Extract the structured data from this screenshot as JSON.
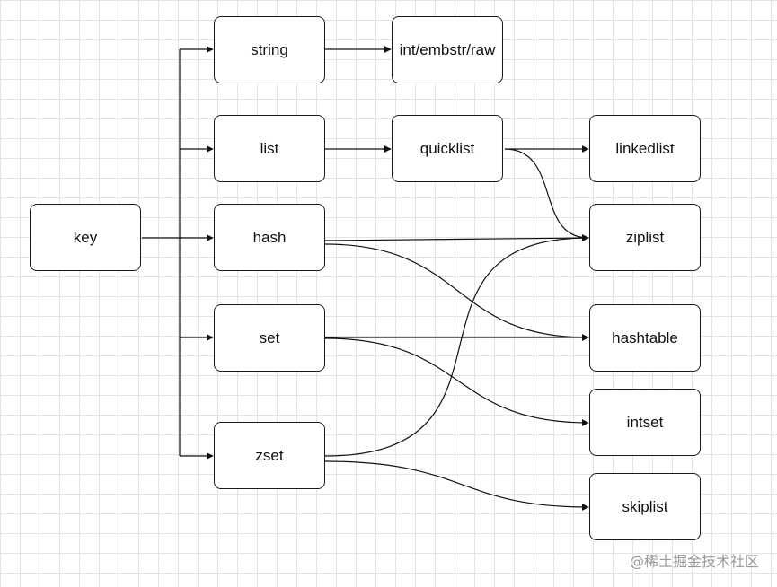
{
  "nodes": {
    "key": "key",
    "string": "string",
    "list": "list",
    "hash": "hash",
    "set": "set",
    "zset": "zset",
    "int_embstr_raw": "int/embstr/raw",
    "quicklist": "quicklist",
    "linkedlist": "linkedlist",
    "ziplist": "ziplist",
    "hashtable": "hashtable",
    "intset": "intset",
    "skiplist": "skiplist"
  },
  "edges": [
    {
      "from": "key",
      "to": "string"
    },
    {
      "from": "key",
      "to": "list"
    },
    {
      "from": "key",
      "to": "hash"
    },
    {
      "from": "key",
      "to": "set"
    },
    {
      "from": "key",
      "to": "zset"
    },
    {
      "from": "string",
      "to": "int_embstr_raw"
    },
    {
      "from": "list",
      "to": "quicklist"
    },
    {
      "from": "quicklist",
      "to": "linkedlist"
    },
    {
      "from": "quicklist",
      "to": "ziplist"
    },
    {
      "from": "hash",
      "to": "ziplist"
    },
    {
      "from": "hash",
      "to": "hashtable"
    },
    {
      "from": "set",
      "to": "hashtable"
    },
    {
      "from": "set",
      "to": "intset"
    },
    {
      "from": "zset",
      "to": "ziplist"
    },
    {
      "from": "zset",
      "to": "skiplist"
    }
  ],
  "watermark": "@稀土掘金技术社区"
}
